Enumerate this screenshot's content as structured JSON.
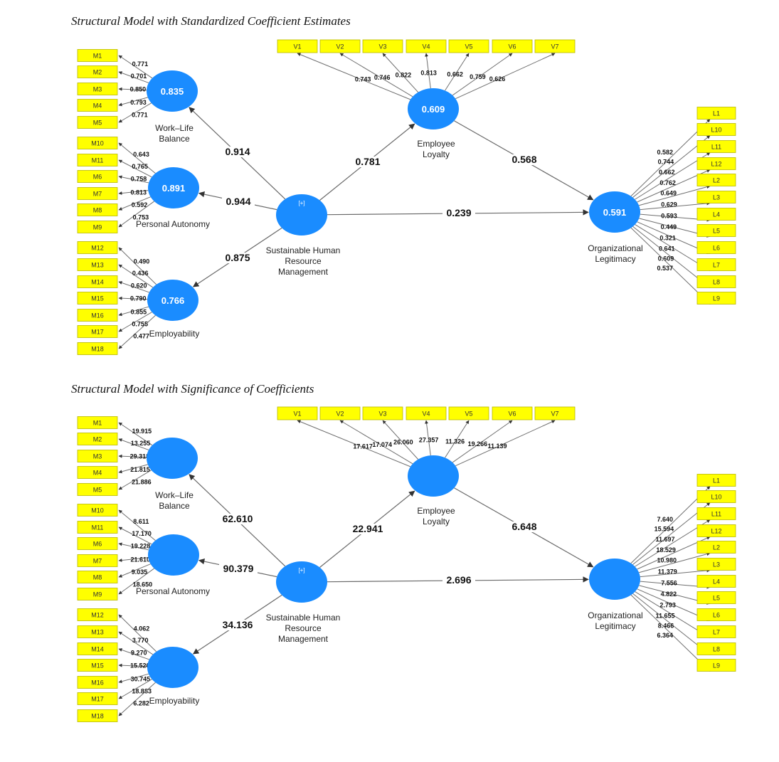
{
  "panels": [
    {
      "title": "Structural Model with Standardized Coefficient Estimates",
      "show_values": true,
      "constructs": {
        "wlb": {
          "lines": [
            "Work–Life",
            "Balance"
          ],
          "value": "0.835",
          "indicators": [
            "M1",
            "M2",
            "M3",
            "M4",
            "M5"
          ],
          "loadings": [
            "0.771",
            "0.701",
            "0.850",
            "0.793",
            "0.771"
          ]
        },
        "pa": {
          "lines": [
            "Personal Autonomy"
          ],
          "value": "0.891",
          "indicators": [
            "M10",
            "M11",
            "M6",
            "M7",
            "M8",
            "M9"
          ],
          "loadings": [
            "0.643",
            "0.765",
            "0.758",
            "0.813",
            "0.592",
            "0.753"
          ]
        },
        "emp": {
          "lines": [
            "Employability"
          ],
          "value": "0.766",
          "indicators": [
            "M12",
            "M13",
            "M14",
            "M15",
            "M16",
            "M17",
            "M18"
          ],
          "loadings": [
            "0.490",
            "0.436",
            "0.620",
            "0.790",
            "0.855",
            "0.755",
            "0.477"
          ]
        },
        "shrm": {
          "lines": [
            "Sustainable Human",
            "Resource",
            "Management"
          ],
          "value": "[+]"
        },
        "el": {
          "lines": [
            "Employee",
            "Loyalty"
          ],
          "value": "0.609",
          "indicators": [
            "V1",
            "V2",
            "V3",
            "V4",
            "V5",
            "V6",
            "V7"
          ],
          "loadings": [
            "0.743",
            "0.746",
            "0.822",
            "0.813",
            "0.662",
            "0.759",
            "0.626"
          ]
        },
        "ol": {
          "lines": [
            "Organizational",
            "Legitimacy"
          ],
          "value": "0.591",
          "indicators": [
            "L1",
            "L10",
            "L11",
            "L12",
            "L2",
            "L3",
            "L4",
            "L5",
            "L6",
            "L7",
            "L8",
            "L9"
          ],
          "loadings": [
            "0.582",
            "0.744",
            "0.662",
            "0.762",
            "0.649",
            "0.629",
            "0.593",
            "0.449",
            "0.321",
            "0.641",
            "0.609",
            "0.537"
          ]
        }
      },
      "paths": {
        "shrm_wlb": "0.914",
        "shrm_pa": "0.944",
        "shrm_emp": "0.875",
        "shrm_el": "0.781",
        "el_ol": "0.568",
        "shrm_ol": "0.239"
      }
    },
    {
      "title": "Structural Model with Significance of Coefficients",
      "show_values": false,
      "constructs": {
        "wlb": {
          "lines": [
            "Work–Life",
            "Balance"
          ],
          "value": "",
          "indicators": [
            "M1",
            "M2",
            "M3",
            "M4",
            "M5"
          ],
          "loadings": [
            "19.915",
            "13.255",
            "29.318",
            "21.815",
            "21.886"
          ]
        },
        "pa": {
          "lines": [
            "Personal Autonomy"
          ],
          "value": "",
          "indicators": [
            "M10",
            "M11",
            "M6",
            "M7",
            "M8",
            "M9"
          ],
          "loadings": [
            "8.611",
            "17.170",
            "19.228",
            "21.610",
            "9.035",
            "18.650"
          ]
        },
        "emp": {
          "lines": [
            "Employability"
          ],
          "value": "",
          "indicators": [
            "M12",
            "M13",
            "M14",
            "M15",
            "M16",
            "M17",
            "M18"
          ],
          "loadings": [
            "4.062",
            "3.770",
            "9.270",
            "15.520",
            "30.745",
            "18.883",
            "6.282"
          ]
        },
        "shrm": {
          "lines": [
            "Sustainable Human",
            "Resource",
            "Management"
          ],
          "value": "[+]"
        },
        "el": {
          "lines": [
            "Employee",
            "Loyalty"
          ],
          "value": "",
          "indicators": [
            "V1",
            "V2",
            "V3",
            "V4",
            "V5",
            "V6",
            "V7"
          ],
          "loadings": [
            "17.617",
            "17.074",
            "26.060",
            "27.357",
            "11.326",
            "19.266",
            "11.139"
          ]
        },
        "ol": {
          "lines": [
            "Organizational",
            "Legitimacy"
          ],
          "value": "",
          "indicators": [
            "L1",
            "L10",
            "L11",
            "L12",
            "L2",
            "L3",
            "L4",
            "L5",
            "L6",
            "L7",
            "L8",
            "L9"
          ],
          "loadings": [
            "7.640",
            "15.594",
            "11.697",
            "18.529",
            "10.980",
            "11.379",
            "7.556",
            "4.822",
            "2.793",
            "11.655",
            "8.466",
            "6.364"
          ]
        }
      },
      "paths": {
        "shrm_wlb": "62.610",
        "shrm_pa": "90.379",
        "shrm_emp": "34.136",
        "shrm_el": "22.941",
        "el_ol": "6.648",
        "shrm_ol": "2.696"
      }
    }
  ],
  "colors": {
    "construct": "#1a8cff",
    "indicator": "#ffff00",
    "edge": "#707070"
  }
}
